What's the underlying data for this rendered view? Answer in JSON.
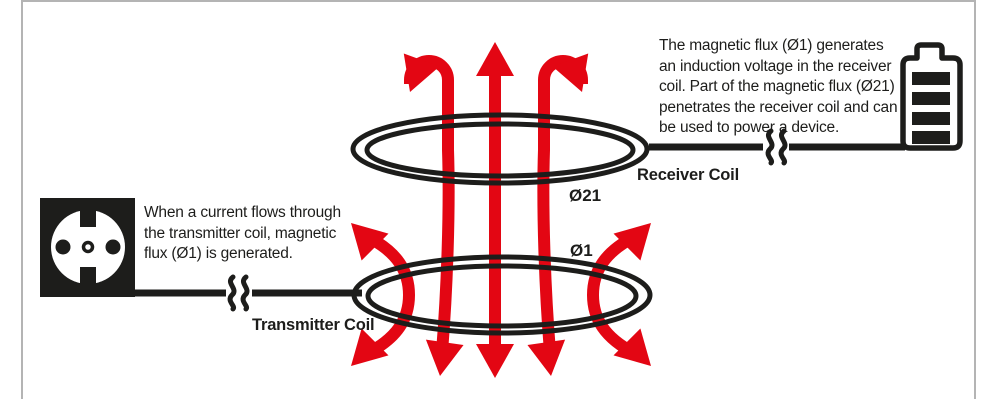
{
  "notes": {
    "transmitter_note": "When a current flows through\nthe transmitter coil, magnetic\nflux (Ø1) is generated.",
    "receiver_note": "The magnetic flux (Ø1) generates\nan induction voltage in the receiver\ncoil. Part of the magnetic flux (Ø21)\npenetrates the receiver coil and can\nbe used to power a device."
  },
  "labels": {
    "transmitter_coil": "Transmitter Coil",
    "receiver_coil": "Receiver Coil",
    "flux_coupled": "Ø21",
    "flux_generated": "Ø1"
  },
  "icons": {
    "power_socket": "power-socket-icon",
    "battery": "battery-icon",
    "cable_break": "cable-break-icon",
    "flux_arrows": "flux-arrow"
  },
  "colors": {
    "flux_arrow_red": "#e30613",
    "line_black": "#1d1d1b",
    "frame_gray": "#b4b4b4"
  }
}
